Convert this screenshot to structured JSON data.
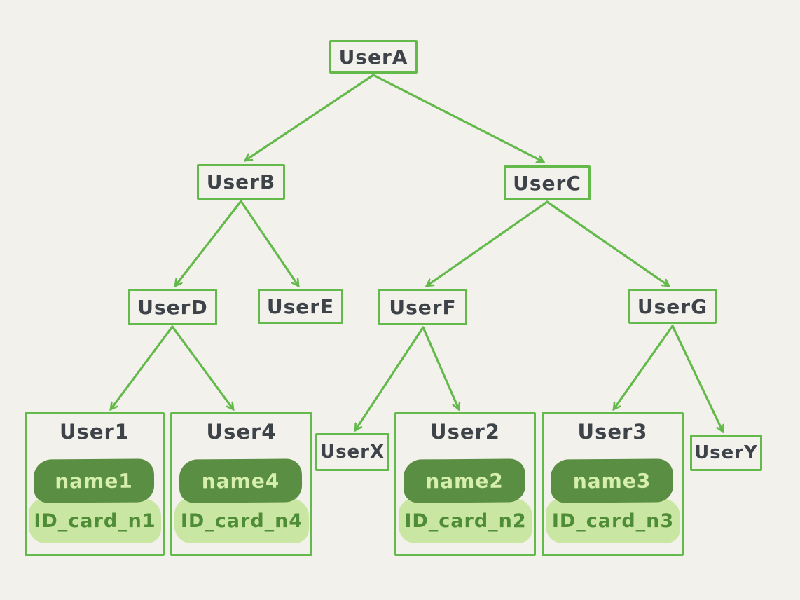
{
  "diagram_type": "user-hierarchy-tree",
  "colors": {
    "background": "#f2f1ec",
    "accent_green": "#63b94a",
    "node_text": "#3d4349",
    "name_pill_bg": "#5a8e43",
    "name_pill_text": "#d6efad",
    "id_pill_bg": "#c9e6a2",
    "id_pill_text": "#4f8c38"
  },
  "nodes": {
    "userA": {
      "label": "UserA"
    },
    "userB": {
      "label": "UserB"
    },
    "userC": {
      "label": "UserC"
    },
    "userD": {
      "label": "UserD"
    },
    "userE": {
      "label": "UserE"
    },
    "userF": {
      "label": "UserF"
    },
    "userG": {
      "label": "UserG"
    },
    "userX": {
      "label": "UserX"
    },
    "userY": {
      "label": "UserY"
    },
    "user1": {
      "label": "User1",
      "name": "name1",
      "id_card": "ID_card_n1"
    },
    "user4": {
      "label": "User4",
      "name": "name4",
      "id_card": "ID_card_n4"
    },
    "user2": {
      "label": "User2",
      "name": "name2",
      "id_card": "ID_card_n2"
    },
    "user3": {
      "label": "User3",
      "name": "name3",
      "id_card": "ID_card_n3"
    }
  },
  "edges": [
    {
      "from": "UserA",
      "to": "UserB"
    },
    {
      "from": "UserA",
      "to": "UserC"
    },
    {
      "from": "UserB",
      "to": "UserD"
    },
    {
      "from": "UserB",
      "to": "UserE"
    },
    {
      "from": "UserC",
      "to": "UserF"
    },
    {
      "from": "UserC",
      "to": "UserG"
    },
    {
      "from": "UserD",
      "to": "User1"
    },
    {
      "from": "UserD",
      "to": "User4"
    },
    {
      "from": "UserF",
      "to": "UserX"
    },
    {
      "from": "UserF",
      "to": "User2"
    },
    {
      "from": "UserG",
      "to": "User3"
    },
    {
      "from": "UserG",
      "to": "UserY"
    }
  ]
}
